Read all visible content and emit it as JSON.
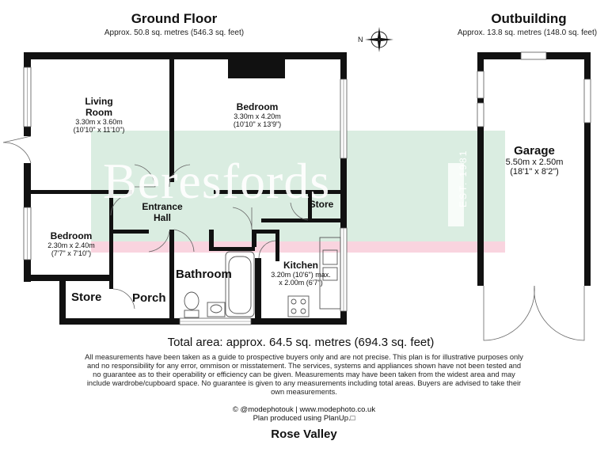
{
  "ground_floor": {
    "title": "Ground Floor",
    "area": "Approx. 50.8 sq. metres (546.3 sq. feet)"
  },
  "outbuilding": {
    "title": "Outbuilding",
    "area": "Approx. 13.8 sq. metres (148.0 sq. feet)"
  },
  "compass": {
    "north_letter": "N"
  },
  "rooms": {
    "living_room": {
      "name_line1": "Living",
      "name_line2": "Room",
      "dims": "3.30m x 3.60m",
      "dims_imperial": "(10'10\" x 11'10\")"
    },
    "bedroom1": {
      "name": "Bedroom",
      "dims": "3.30m x 4.20m",
      "dims_imperial": "(10'10\" x 13'9\")"
    },
    "entrance_hall": {
      "name_line1": "Entrance",
      "name_line2": "Hall"
    },
    "store_right": {
      "name": "Store"
    },
    "bedroom2": {
      "name": "Bedroom",
      "dims": "2.30m x 2.40m",
      "dims_imperial": "(7'7\" x 7'10\")"
    },
    "bathroom": {
      "name": "Bathroom"
    },
    "kitchen": {
      "name": "Kitchen",
      "dims": "3.20m (10'6\") max.",
      "dims2": "x 2.00m (6'7\")"
    },
    "store_left": {
      "name": "Store"
    },
    "porch": {
      "name": "Porch"
    },
    "garage": {
      "name": "Garage",
      "dims": "5.50m x 2.50m",
      "dims_imperial": "(18'1\" x 8'2\")"
    }
  },
  "watermark": {
    "text": "Beresfords",
    "side": "EST. 1981"
  },
  "total_area": "Total area: approx. 64.5 sq. metres (694.3 sq. feet)",
  "disclaimer": [
    "All measurements have been taken as a guide to prospective buyers only and are not precise. This plan is for illustrative purposes only",
    "and no responsibility for any error, ommison or misstatement. The services, systems and appliances shown have not been tested and",
    "no guarantee as to their operability or efficiency can be given. Measurements may have been taken from the widest area and may",
    "include wardrobe/cupboard space. No guarantee is given to any measurements including total areas. Buyers are advised to take their",
    "own measurements."
  ],
  "credits": {
    "line1": "© @modephotouk | www.modephoto.co.uk",
    "line2": "Plan produced using PlanUp.□"
  },
  "property_name": "Rose Valley",
  "colors": {
    "wall": "#111111",
    "watermark_green": "#cfe6d8",
    "watermark_pink": "#f6c9d6"
  }
}
